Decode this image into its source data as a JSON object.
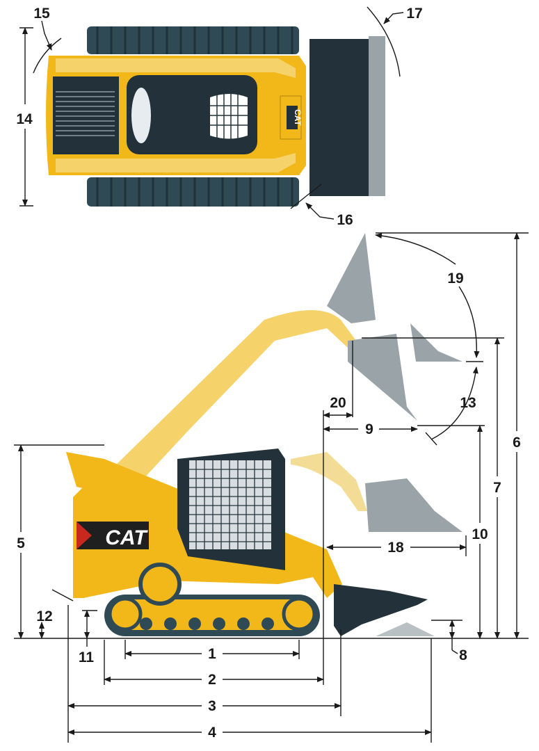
{
  "brand": "CAT",
  "colors": {
    "yellow": "#f2b81a",
    "yellow_light": "#f5d26a",
    "yellow_pale": "#f3dd96",
    "dark": "#23323a",
    "track": "#2f4a55",
    "gray": "#9aa3a8",
    "gray_light": "#b9c0c4",
    "line": "#1a1a1a"
  },
  "icons": [
    "arrowhead-icon",
    "bucket-icon",
    "track-icon",
    "lift-arm-icon",
    "cab-icon",
    "cat-logo-icon"
  ],
  "callouts": {
    "c1": "1",
    "c2": "2",
    "c3": "3",
    "c4": "4",
    "c5": "5",
    "c6": "6",
    "c7": "7",
    "c8": "8",
    "c9": "9",
    "c10": "10",
    "c11": "11",
    "c12": "12",
    "c13": "13",
    "c14": "14",
    "c15": "15",
    "c16": "16",
    "c17": "17",
    "c18": "18",
    "c19": "19",
    "c20": "20"
  }
}
